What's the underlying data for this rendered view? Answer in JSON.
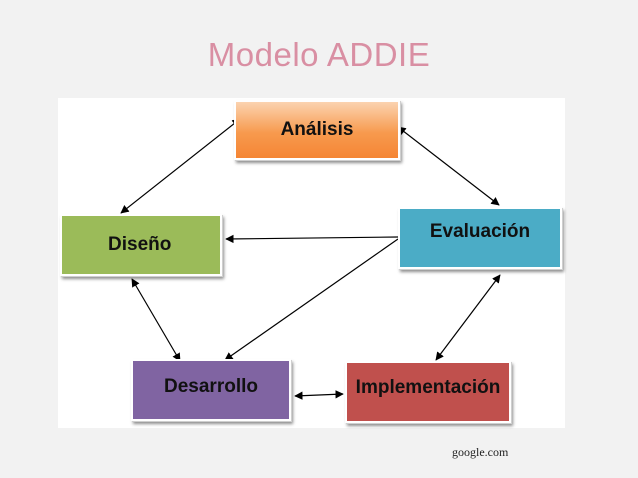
{
  "slide": {
    "title": "Modelo ADDIE",
    "credit": "google.com"
  },
  "diagram": {
    "nodes": {
      "analisis": "Análisis",
      "diseno": "Diseño",
      "evaluacion": "Evaluación",
      "desarrollo": "Desarrollo",
      "implementacion": "Implementación"
    },
    "connections": [
      {
        "from": "Análisis",
        "to": "Diseño",
        "direction": "both"
      },
      {
        "from": "Análisis",
        "to": "Evaluación",
        "direction": "both"
      },
      {
        "from": "Evaluación",
        "to": "Diseño",
        "direction": "forward"
      },
      {
        "from": "Evaluación",
        "to": "Desarrollo",
        "direction": "forward"
      },
      {
        "from": "Diseño",
        "to": "Desarrollo",
        "direction": "both"
      },
      {
        "from": "Desarrollo",
        "to": "Implementación",
        "direction": "both"
      },
      {
        "from": "Implementación",
        "to": "Evaluación",
        "direction": "both"
      }
    ],
    "colors": {
      "analisis": "#f79646",
      "diseno": "#9bbb59",
      "evaluacion": "#4bacc6",
      "desarrollo": "#8064a2",
      "implementacion": "#c0504d",
      "title": "#d98fa3",
      "arrow": "#000000"
    }
  }
}
